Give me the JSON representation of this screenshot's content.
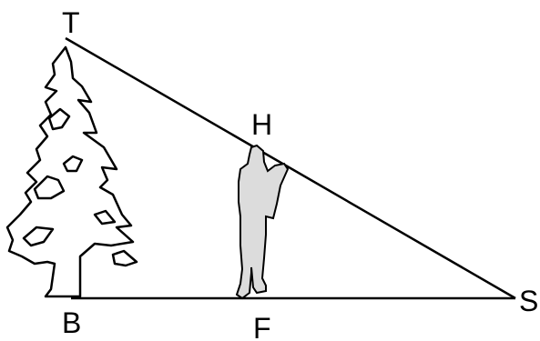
{
  "labels": {
    "tree_top": "T",
    "head": "H",
    "shadow_tip": "S",
    "tree_base": "B",
    "foot": "F"
  },
  "colors": {
    "line": "#000000",
    "person_fill": "#dcdcdc",
    "tree_fill": "#ffffff",
    "background": "#ffffff"
  },
  "icons": {
    "tree": "pine-tree-icon",
    "person": "person-silhouette-icon"
  }
}
